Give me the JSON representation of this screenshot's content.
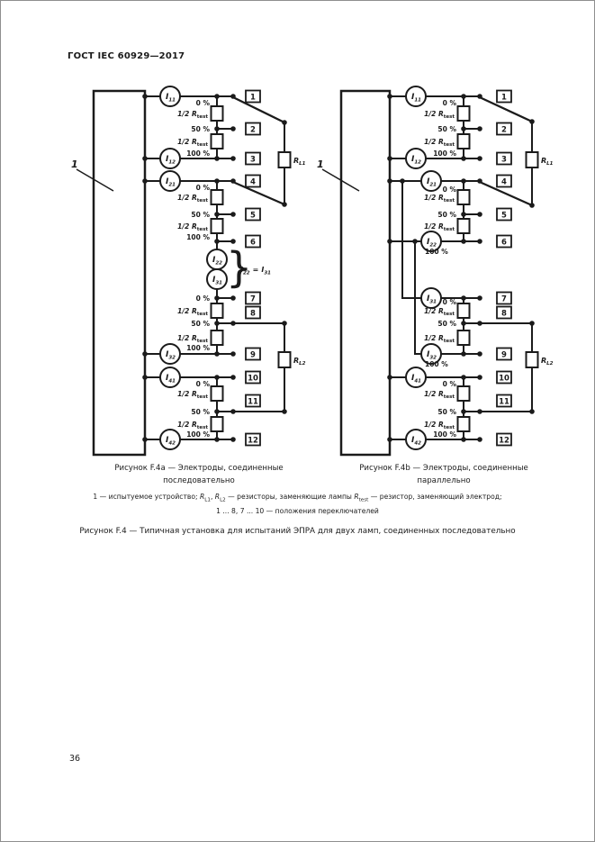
{
  "page": {
    "header": "ГОСТ IEC 60929—2017",
    "page_number": "36"
  },
  "labels": {
    "dut": "1",
    "i": "I",
    "half_r": "1/2 R",
    "r": "R",
    "sub_test": "test",
    "sub_l1": "L1",
    "sub_l2": "L2",
    "pct0": "0 %",
    "pct50": "50 %",
    "pct100": "100 %",
    "eq": "=",
    "brace": "}"
  },
  "ammeter_subs": [
    "11",
    "12",
    "21",
    "22",
    "31",
    "32",
    "41",
    "42"
  ],
  "positions": [
    "1",
    "2",
    "3",
    "4",
    "5",
    "6",
    "7",
    "8",
    "9",
    "10",
    "11",
    "12"
  ],
  "figure_a": {
    "caption_line1": "Рисунок F.4a — Электроды, соединенные",
    "caption_line2": "последовательно"
  },
  "figure_b": {
    "caption_line1": "Рисунок F.4b — Электроды, соединенные",
    "caption_line2": "параллельно"
  },
  "legend": {
    "part1": "1 — испытуемое устройство; ",
    "r": "R",
    "sub_l1": "L1",
    "comma": ", ",
    "sub_l2": "L2",
    "part2": " — резисторы, заменяющие лампы ",
    "sub_test": "test",
    "part3": " — резистор, заменяющий электрод;",
    "line2": "1 ... 8, 7 ... 10 — положения переключателей"
  },
  "figure_caption": "Рисунок F.4 — Типичная установка для испытаний ЭПРА для двух ламп, соединенных последовательно"
}
